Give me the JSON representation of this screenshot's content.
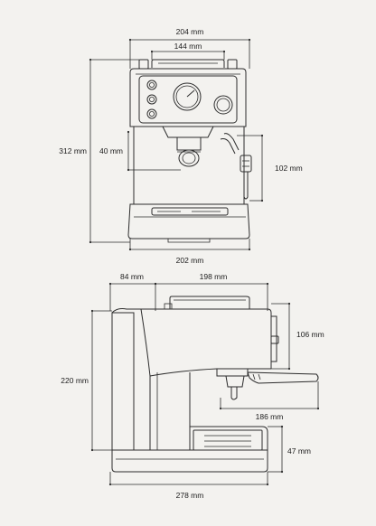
{
  "front_view": {
    "overall_width": "204 mm",
    "top_tray_width": "144 mm",
    "height": "312 mm",
    "spout_clearance": "40 mm",
    "steam_wand_length": "102 mm",
    "base_width": "202 mm"
  },
  "side_view": {
    "rear_depth": "84 mm",
    "top_depth": "198 mm",
    "panel_height": "106 mm",
    "height": "220 mm",
    "portafilter_length": "186 mm",
    "drip_tray_height": "47 mm",
    "overall_depth": "278 mm"
  },
  "colors": {
    "background": "#f3f2ef",
    "line": "#2c2c2c"
  }
}
